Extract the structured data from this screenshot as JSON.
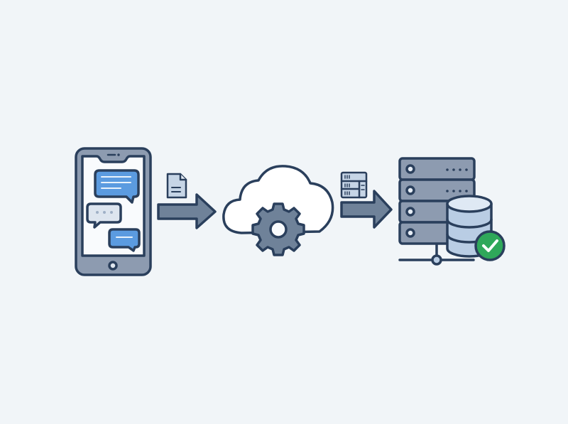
{
  "diagram": {
    "nodes": [
      {
        "id": "phone",
        "icon": "smartphone-chat-icon"
      },
      {
        "id": "document",
        "icon": "document-icon"
      },
      {
        "id": "cloud",
        "icon": "cloud-gear-icon"
      },
      {
        "id": "table",
        "icon": "data-table-icon"
      },
      {
        "id": "server",
        "icon": "server-database-icon"
      },
      {
        "id": "check",
        "icon": "check-circle-icon"
      }
    ],
    "edges": [
      {
        "from": "phone",
        "to": "cloud"
      },
      {
        "from": "cloud",
        "to": "server"
      }
    ]
  },
  "colors": {
    "background": "#f1f5f8",
    "stroke": "#2a3f5c",
    "bubble_blue": "#5b9be0",
    "device_gray": "#8d9bb0",
    "arrow": "#6f8299",
    "db_blue": "#b9cde4",
    "success": "#2fa85a"
  }
}
